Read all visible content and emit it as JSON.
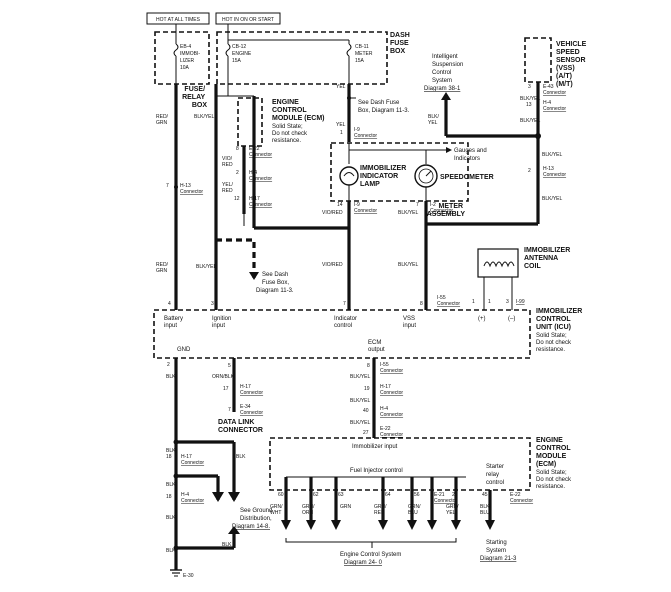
{
  "labels": {
    "hot_all_times": "HOT AT ALL TIMES",
    "hot_in_on_start": "HOT IN ON OR START",
    "dash_fuse_box": [
      "DASH",
      "FUSE",
      "BOX"
    ],
    "fuse_relay_box": [
      "FUSE/",
      "RELAY",
      "BOX"
    ],
    "fuse_eb4": [
      "EB-4",
      "IMMOBI-",
      "LIZER",
      "10A"
    ],
    "fuse_cb12": [
      "CB-12",
      "ENGINE",
      "15A"
    ],
    "fuse_cb11": [
      "CB-11",
      "METER",
      "15A"
    ],
    "ecm_top": [
      "ENGINE",
      "CONTROL",
      "MODULE (ECM)"
    ],
    "ecm_top_note": [
      "Solid State;",
      "Do not check",
      "resistance."
    ],
    "see_dash_top": [
      "See Dash Fuse",
      "Box, Diagram 11-3."
    ],
    "intelligent": [
      "Intelligent",
      "Suspension",
      "Control",
      "System",
      "Diagram 38-1"
    ],
    "vss": [
      "VEHICLE",
      "SPEED",
      "SENSOR",
      "(VSS)",
      "(A/T)",
      "(M/T)"
    ],
    "immob_lamp": [
      "IMMOBILIZER",
      "INDICATOR",
      "LAMP"
    ],
    "gauges": [
      "Gauges and",
      "Indicators"
    ],
    "speedometer": "SPEEDOMETER",
    "meter_assembly": [
      "METER",
      "ASSEMBLY"
    ],
    "antenna": [
      "IMMOBILIZER",
      "ANTENNA",
      "COIL"
    ],
    "see_dash_mid": [
      "See Dash",
      "Fuse Box,",
      "Diagram 11-3."
    ],
    "icu_title": [
      "IMMOBILIZER",
      "CONTROL",
      "UNIT (ICU)"
    ],
    "icu_note": [
      "Solid State;",
      "Do not check",
      "resistance."
    ],
    "icu_pins": [
      "Battery",
      "input",
      "Ignition",
      "input",
      "Indicator",
      "control",
      "VSS",
      "input",
      "(+)",
      "(–)"
    ],
    "icu_gnd": "GND",
    "icu_ecm_out": [
      "ECM",
      "output"
    ],
    "dlc": [
      "DATA LINK",
      "CONNECTOR"
    ],
    "ecm_bottom": [
      "ENGINE",
      "CONTROL",
      "MODULE",
      "(ECM)"
    ],
    "ecm_bottom_note": [
      "Solid State;",
      "Do not check",
      "resistance."
    ],
    "immob_input": "Immobilizer input",
    "fuel_inj": "Fuel Injector control",
    "starter": [
      "Starter",
      "relay",
      "control"
    ],
    "see_ground": [
      "See Ground",
      "Distribution,",
      "Diagram 14-8."
    ],
    "ecs": [
      "Engine Control  System",
      "Diagram 24- 0"
    ],
    "starting": [
      "Starting",
      "System",
      "Diagram 21-3"
    ],
    "ground": "E-30"
  },
  "wires": {
    "red_grn": [
      "RED/",
      "GRN"
    ],
    "blk_yel": [
      "BLK/YEL"
    ],
    "yel": "YEL",
    "vio_red": [
      "VIO/",
      "RED"
    ],
    "vio_red2": "VIO/RED",
    "blk": "BLK",
    "orn_blk": "ORN/BLK",
    "blk_yel2": "BLK/YEL",
    "blk_yel3": [
      "BLK/",
      "YEL"
    ],
    "grn_wht": [
      "GRN/",
      "WHT"
    ],
    "grn_orn": [
      "GRN/",
      "ORN"
    ],
    "grn": "GRN",
    "grn_red": [
      "GRN/",
      "RED"
    ],
    "grn_blu": [
      "GRN/",
      "BLU"
    ],
    "grn_yel": [
      "GRN/",
      "YEL"
    ],
    "blk_blu": [
      "BLK/",
      "BLU"
    ],
    "vio_red_ecm": [
      "VIO/",
      "RED"
    ],
    "yel_ecm": [
      "YEL/",
      "RED"
    ]
  },
  "connectors": {
    "h13_left": [
      "7",
      "H-13",
      "Connector"
    ],
    "e22_top": [
      "8",
      "E-22",
      "Connector"
    ],
    "h4_top": [
      "2",
      "H-4",
      "Connector"
    ],
    "h17_top": [
      "12",
      "H-17",
      "Connector"
    ],
    "i9_a": [
      "1",
      "I-9",
      "Connector"
    ],
    "i9_b": [
      "14",
      "I-9",
      "Connector"
    ],
    "i2": [
      "7",
      "I-2",
      "Connector"
    ],
    "e43": [
      "3",
      "E-43",
      "Connector"
    ],
    "h4_right": [
      "13",
      "H-4",
      "Connector"
    ],
    "h13_right": [
      "2",
      "H-13",
      "Connector"
    ],
    "i55_top": [
      "1",
      "I-55",
      "Connector"
    ],
    "i99": [
      "1",
      "3",
      "I-99"
    ],
    "icu_pin_nums": [
      "4",
      "3",
      "7",
      "8",
      "2"
    ],
    "i55_bot": [
      "8",
      "I-55",
      "Connector"
    ],
    "h17_mid": [
      "19",
      "H-17",
      "Connector"
    ],
    "h4_mid": [
      "40",
      "H-4",
      "Connector"
    ],
    "e22_mid": [
      "27",
      "E-22",
      "Connector"
    ],
    "i55_left": [
      "5"
    ],
    "h17_left": [
      "17",
      "H-17",
      "Connector"
    ],
    "e34": [
      "7",
      "E-34",
      "Connector"
    ],
    "h17_bot": [
      "18",
      "H-17",
      "Connector"
    ],
    "h4_bot": [
      "18",
      "H-4",
      "Connector"
    ],
    "e21": [
      "E-21",
      "Connector"
    ],
    "e22_bot": [
      "E-22",
      "Connector"
    ],
    "ecm_pins": [
      "60",
      "62",
      "63",
      "64",
      "56",
      "28",
      "45"
    ]
  }
}
